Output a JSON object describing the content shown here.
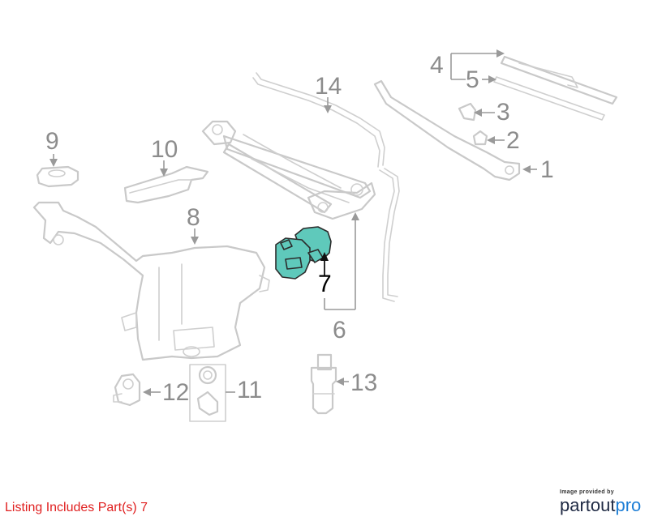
{
  "callouts": {
    "c1": "1",
    "c2": "2",
    "c3": "3",
    "c4": "4",
    "c5": "5",
    "c6": "6",
    "c7": "7",
    "c8": "8",
    "c9": "9",
    "c10": "10",
    "c11": "11",
    "c12": "12",
    "c13": "13",
    "c14": "14"
  },
  "highlighted_part": "7",
  "listing_note": "Listing Includes Part(s) 7",
  "brand": {
    "provided_by": "Image provided by",
    "name_a": "partout",
    "name_b": "pro"
  },
  "colors": {
    "highlight": "#5fc9bb",
    "note": "#e02020",
    "brand_dark": "#1f2a44",
    "brand_blue": "#1f7fd6",
    "line": "#c9c9c9"
  }
}
